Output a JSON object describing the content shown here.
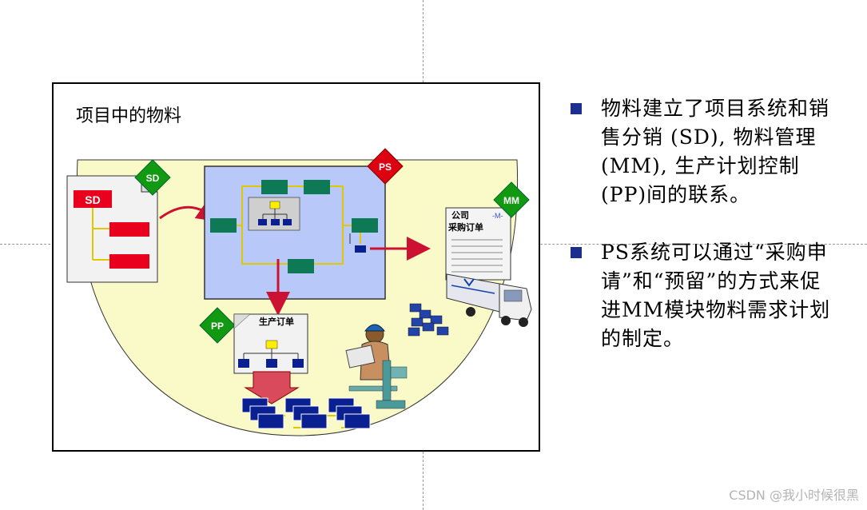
{
  "diagram": {
    "title": "项目中的物料",
    "badges": {
      "sd": "SD",
      "ps": "PS",
      "mm": "MM",
      "pp": "PP"
    },
    "sd_doc_label": "SD",
    "purchase_order": {
      "line1": "公司",
      "line2": "采购订单",
      "logo": "-M-"
    },
    "production_order": "生产订单",
    "colors": {
      "yellow": "#fafac8",
      "ps_box": "#b8c8f8",
      "green": "#0e7a55",
      "red": "#e8001c",
      "blue": "#0a2090",
      "badge_green": "#119911",
      "badge_red": "#dd0011"
    }
  },
  "bullets": [
    {
      "text": "物料建立了项目系统和销售分销 (SD), 物料管理 (MM), 生产计划控制(PP)间的联系。"
    },
    {
      "text": "PS系统可以通过“采购申请”和“预留”的方式来促进MM模块物料需求计划的制定。"
    }
  ],
  "watermark": "CSDN @我小时候很黑"
}
